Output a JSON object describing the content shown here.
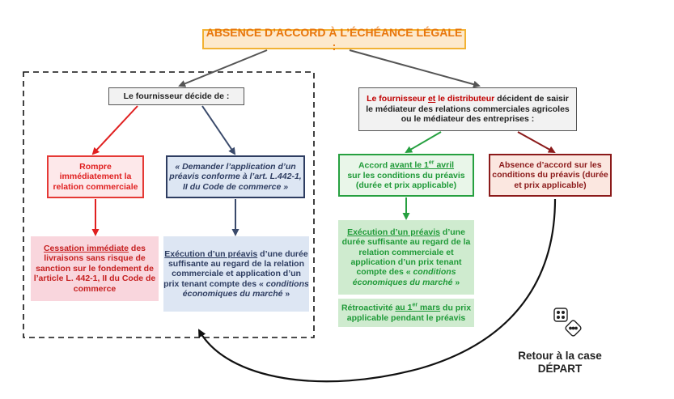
{
  "title": "ABSENCE D’ACCORD À L’ÉCHÉANCE LÉGALE :",
  "fournisseur_decide": "Le fournisseur décide de :",
  "saisir": {
    "fournisseur": "Le fournisseur",
    "et": "et",
    "distributeur": "le distributeur",
    "rest": " décident de saisir le médiateur des relations commerciales agricoles ou le médiateur des  entreprises :"
  },
  "rompre": "Rompre immédiatement la relation commerciale",
  "demander": "« Demander l’application d’un préavis conforme à l’art. L.442-1, II du Code de commerce »",
  "cessation": {
    "underlined": "Cessation immédiate",
    "rest": " des livraisons sans risque de sanction sur le fondement de l’article L. 442-1, II du Code de commerce"
  },
  "execution_gauche": {
    "underlined": "Exécution d’un préavis",
    "rest": " d’une durée suffisante au regard de la relation commerciale et application d’un prix tenant compte des « ",
    "italic": "conditions économiques du marché",
    "end": " »"
  },
  "accord": {
    "pre": "Accord ",
    "underlined": "avant le 1",
    "sup": "er",
    "underlined2": " avril",
    "rest": "sur les conditions du préavis (durée et prix applicable)"
  },
  "absence": "Absence d’accord sur les conditions du préavis (durée et prix applicable)",
  "execution_droite": {
    "underlined": "Exécution d’un préavis",
    "rest": " d’une durée suffisante au regard de la relation commerciale et application d’un prix tenant compte des « ",
    "italic": "conditions économiques du marché",
    "end": " »"
  },
  "retroactivite": {
    "pre": "Rétroactivité ",
    "underlined": "au 1",
    "sup": "er",
    "underlined2": " mars",
    "rest": " du prix applicable pendant le préavis"
  },
  "retour": "Retour à la case DÉPART",
  "icon": "dice-icon",
  "colors": {
    "title_border": "#f2b233",
    "title_text": "#e8760b",
    "red": "#e02020",
    "navy": "#2e3d61",
    "green": "#1f9a38",
    "maroon": "#8b1a1a"
  }
}
